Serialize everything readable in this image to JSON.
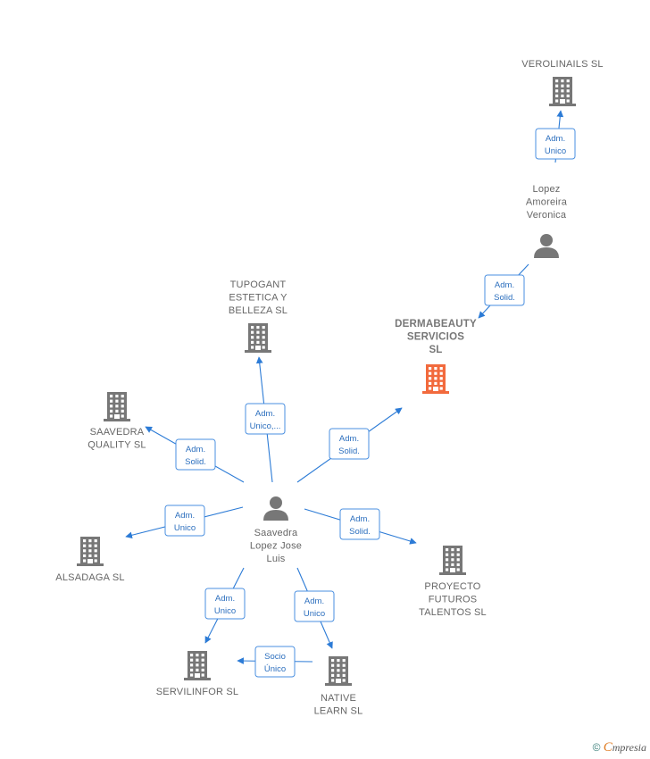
{
  "colors": {
    "accent": "#2c7bd6",
    "company": "#777777",
    "highlight": "#f26a3d",
    "person": "#777777"
  },
  "nodes": [
    {
      "id": "verolinails",
      "type": "company",
      "label": [
        "VEROLINAILS SL"
      ]
    },
    {
      "id": "lopez",
      "type": "person",
      "label": [
        "Lopez",
        "Amoreira",
        "Veronica"
      ]
    },
    {
      "id": "dermabeauty",
      "type": "company-main",
      "label": [
        "DERMABEAUTY",
        "SERVICIOS",
        "SL"
      ]
    },
    {
      "id": "tupogant",
      "type": "company",
      "label": [
        "TUPOGANT",
        "ESTETICA Y",
        "BELLEZA  SL"
      ]
    },
    {
      "id": "saavedra-quality",
      "type": "company",
      "label": [
        "SAAVEDRA",
        "QUALITY  SL"
      ]
    },
    {
      "id": "alsadaga",
      "type": "company",
      "label": [
        "ALSADAGA  SL"
      ]
    },
    {
      "id": "saavedra",
      "type": "person",
      "label": [
        "Saavedra",
        "Lopez Jose",
        "Luis"
      ]
    },
    {
      "id": "proyecto",
      "type": "company",
      "label": [
        "PROYECTO",
        "FUTUROS",
        "TALENTOS  SL"
      ]
    },
    {
      "id": "servilinfor",
      "type": "company",
      "label": [
        "SERVILINFOR SL"
      ]
    },
    {
      "id": "native",
      "type": "company",
      "label": [
        "NATIVE",
        "LEARN SL"
      ]
    }
  ],
  "edges": [
    {
      "from": "lopez",
      "to": "verolinails",
      "role": [
        "Adm.",
        "Unico"
      ]
    },
    {
      "from": "lopez",
      "to": "dermabeauty",
      "role": [
        "Adm.",
        "Solid."
      ]
    },
    {
      "from": "saavedra",
      "to": "dermabeauty",
      "role": [
        "Adm.",
        "Solid."
      ]
    },
    {
      "from": "saavedra",
      "to": "tupogant",
      "role": [
        "Adm.",
        "Unico,..."
      ]
    },
    {
      "from": "saavedra",
      "to": "saavedra-quality",
      "role": [
        "Adm.",
        "Solid."
      ]
    },
    {
      "from": "saavedra",
      "to": "alsadaga",
      "role": [
        "Adm.",
        "Unico"
      ]
    },
    {
      "from": "saavedra",
      "to": "proyecto",
      "role": [
        "Adm.",
        "Solid."
      ]
    },
    {
      "from": "saavedra",
      "to": "servilinfor",
      "role": [
        "Adm.",
        "Unico"
      ]
    },
    {
      "from": "saavedra",
      "to": "native",
      "role": [
        "Adm.",
        "Unico"
      ]
    },
    {
      "from": "native",
      "to": "servilinfor",
      "role": [
        "Socio",
        "Único"
      ]
    }
  ],
  "footer": {
    "copyright_symbol": "©",
    "brand_initial": "C",
    "brand_rest": "mpresia"
  }
}
